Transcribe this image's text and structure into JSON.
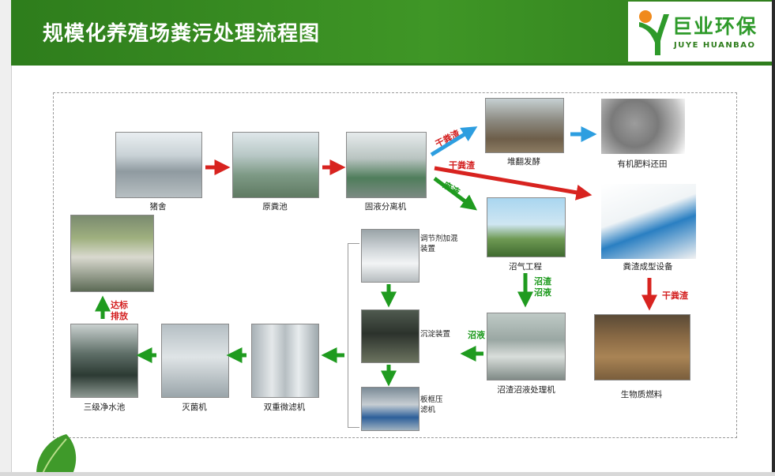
{
  "header": {
    "title": "规模化养殖场粪污处理流程图",
    "logo_cn": "巨业环保",
    "logo_en": "JUYE HUANBAO",
    "bg_color": "#2e7d1c"
  },
  "nodes": {
    "pigsty": "猪舍",
    "raw_pool": "原粪池",
    "separator": "固液分离机",
    "fermentation": "堆翻发酵",
    "fertilizer": "有机肥料还田",
    "biogas": "沼气工程",
    "forming": "粪渣成型设备",
    "biofuel": "生物质燃料",
    "liquid_machine": "沼渣沼液处理机",
    "regulator": "调节剂加混装置",
    "sedimentation": "沉淀装置",
    "press_filter": "板框压滤机",
    "micro_filter": "双重微滤机",
    "sterilizer": "灭菌机",
    "tertiary_pool": "三级净水池"
  },
  "edge_labels": {
    "dry_residue_1": "干粪渣",
    "dry_residue_2": "干粪渣",
    "dry_residue_3": "干粪渣",
    "waste_liquid": "废液",
    "biogas_slurry": "沼渣沼液",
    "biogas_liquid": "沼液",
    "discharge": "达标排放"
  },
  "colors": {
    "red_arrow": "#d8231f",
    "green_arrow": "#1f9b1f",
    "blue_arrow": "#2d9ee0"
  }
}
